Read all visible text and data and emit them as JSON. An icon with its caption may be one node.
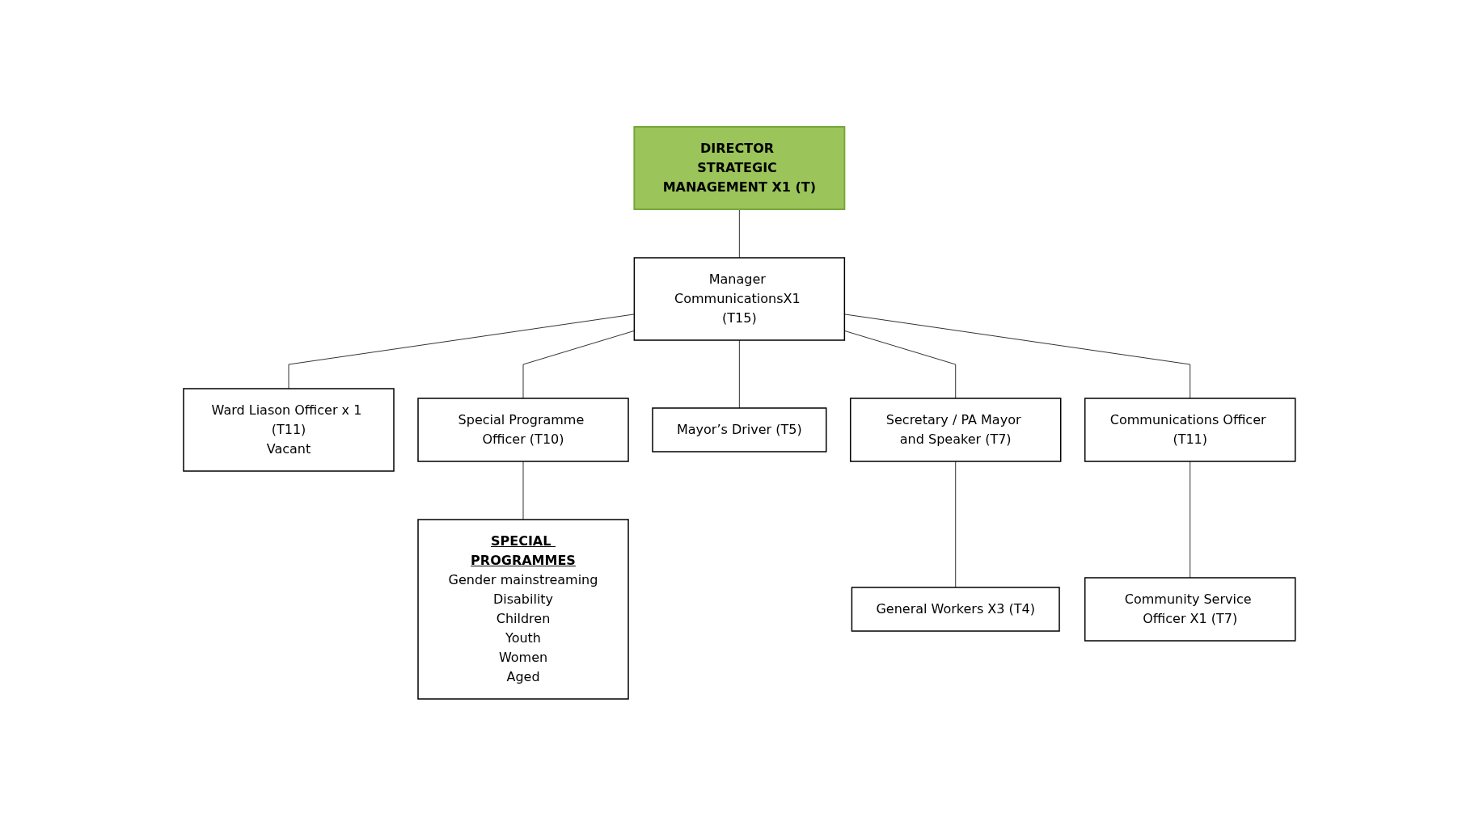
{
  "diagram": {
    "nodes": [
      {
        "text": [
          "DIRECTOR STRATEGIC MANAGEMENT X1 (T)"
        ]
      },
      {
        "text": [
          "Manager CommunicationsX1 (T15)"
        ]
      },
      {
        "text": [
          "Ward Liason Officer x 1 (T11)",
          "Vacant"
        ]
      },
      {
        "text": [
          "Special Programme Officer (T10)"
        ]
      },
      {
        "text": [
          "Mayor’s Driver (T5)"
        ]
      },
      {
        "text": [
          "Secretary / PA Mayor and Speaker (T7)"
        ]
      },
      {
        "text": [
          "Communications Officer (T11)"
        ]
      },
      {
        "text": [
          "SPECIAL PROGRAMMES",
          "Gender mainstreaming",
          "Disability",
          "Children",
          "Youth",
          "Women",
          "Aged"
        ]
      },
      {
        "text": [
          "General Workers X3 (T4)"
        ]
      },
      {
        "text": [
          "Community Service Officer X1 (T7)"
        ]
      }
    ],
    "edges": [
      {
        "from": 0,
        "to": 1,
        "arrow": "none"
      },
      {
        "from": 1,
        "to": 2,
        "arrow": "none"
      },
      {
        "from": 1,
        "to": 3,
        "arrow": "none"
      },
      {
        "from": 1,
        "to": 4,
        "arrow": "none"
      },
      {
        "from": 1,
        "to": 5,
        "arrow": "none"
      },
      {
        "from": 1,
        "to": 6,
        "arrow": "none"
      },
      {
        "from": 3,
        "to": 7,
        "arrow": "none"
      },
      {
        "from": 5,
        "to": 8,
        "arrow": "none"
      },
      {
        "from": 6,
        "to": 9,
        "arrow": "none"
      }
    ]
  }
}
